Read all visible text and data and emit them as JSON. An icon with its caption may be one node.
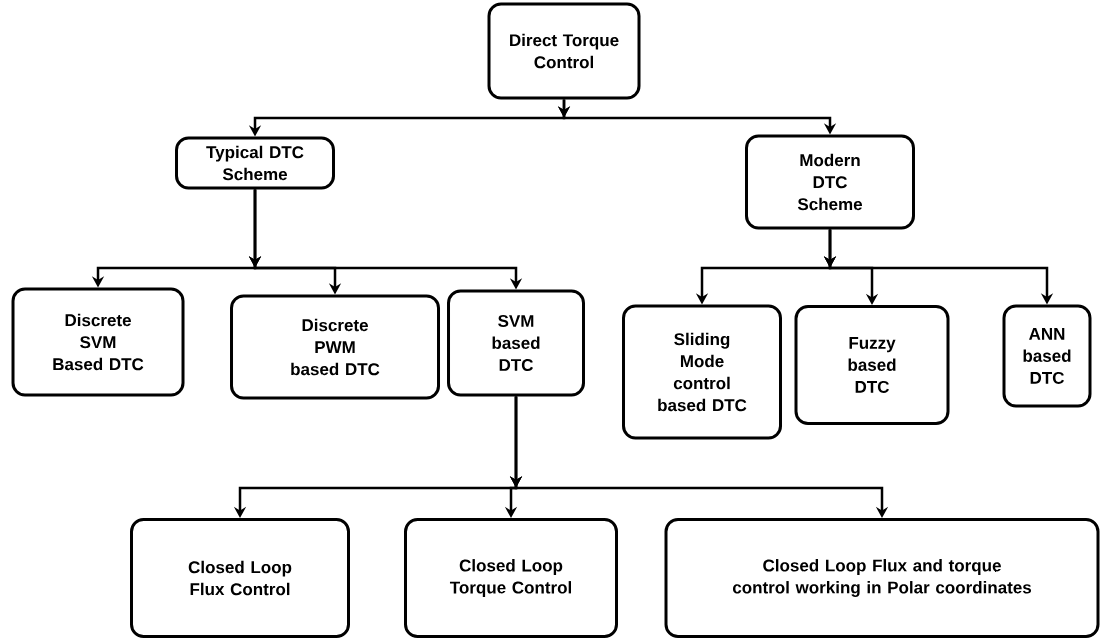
{
  "diagram": {
    "nodes": [
      {
        "text": [
          "Direct Torque Control"
        ]
      },
      {
        "text": [
          "Typical DTC Scheme"
        ]
      },
      {
        "text": [
          "Modern DTC Scheme"
        ]
      },
      {
        "text": [
          "Discrete SVM Based DTC"
        ]
      },
      {
        "text": [
          "Discrete PWM based DTC"
        ]
      },
      {
        "text": [
          "SVM based DTC"
        ]
      },
      {
        "text": [
          "Sliding Mode control based DTC"
        ]
      },
      {
        "text": [
          "Fuzzy based DTC"
        ]
      },
      {
        "text": [
          "ANN based DTC"
        ]
      },
      {
        "text": [
          "Closed Loop Flux Control"
        ]
      },
      {
        "text": [
          "Closed Loop Torque Control"
        ]
      },
      {
        "text": [
          "Closed Loop Flux and torque control working in Polar coordinates"
        ]
      }
    ],
    "edges": [
      {
        "from": 0,
        "to": 1,
        "arrow": "to"
      },
      {
        "from": 0,
        "to": 2,
        "arrow": "to"
      },
      {
        "from": 1,
        "to": 3,
        "arrow": "to"
      },
      {
        "from": 1,
        "to": 4,
        "arrow": "to"
      },
      {
        "from": 1,
        "to": 5,
        "arrow": "to"
      },
      {
        "from": 2,
        "to": 6,
        "arrow": "to"
      },
      {
        "from": 2,
        "to": 7,
        "arrow": "to"
      },
      {
        "from": 2,
        "to": 8,
        "arrow": "to"
      },
      {
        "from": 5,
        "to": 9,
        "arrow": "to"
      },
      {
        "from": 5,
        "to": 10,
        "arrow": "to"
      },
      {
        "from": 5,
        "to": 11,
        "arrow": "to"
      }
    ]
  }
}
